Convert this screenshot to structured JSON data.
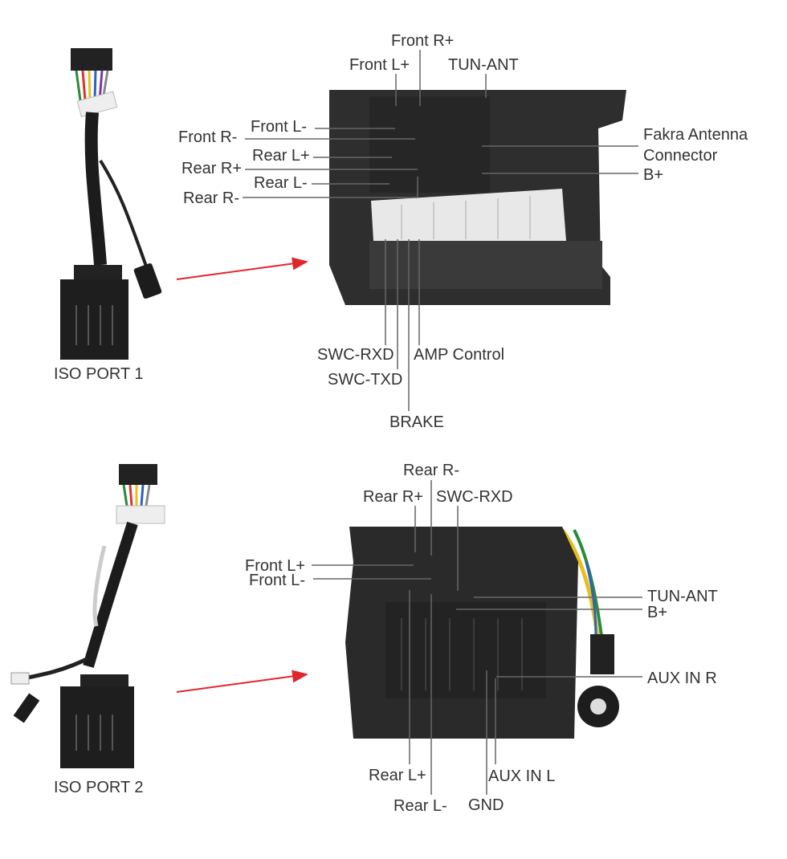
{
  "port1": {
    "title": "ISO PORT 1",
    "labels": {
      "front_r_plus": "Front R+",
      "front_l_plus": "Front L+",
      "tun_ant": "TUN-ANT",
      "front_l_minus": "Front L-",
      "front_r_minus": "Front R-",
      "rear_l_plus": "Rear L+",
      "rear_r_plus": "Rear R+",
      "rear_l_minus": "Rear L-",
      "rear_r_minus": "Rear R-",
      "fakra_1": "Fakra Antenna",
      "fakra_2": "Connector",
      "b_plus": "B+",
      "swc_rxd": "SWC-RXD",
      "amp_control": "AMP Control",
      "swc_txd": "SWC-TXD",
      "brake": "BRAKE"
    }
  },
  "port2": {
    "title": "ISO PORT 2",
    "labels": {
      "rear_r_minus": "Rear R-",
      "rear_r_plus": "Rear R+",
      "swc_rxd": "SWC-RXD",
      "front_l_plus": "Front L+",
      "front_l_minus": "Front L-",
      "tun_ant": "TUN-ANT",
      "b_plus": "B+",
      "aux_in_r": "AUX IN R",
      "rear_l_plus": "Rear L+",
      "rear_l_minus": "Rear L-",
      "aux_in_l": "AUX IN L",
      "gnd": "GND"
    }
  },
  "colors": {
    "arrow": "#e0262c",
    "leader": "#555555",
    "connector": "#2b2b2b"
  }
}
